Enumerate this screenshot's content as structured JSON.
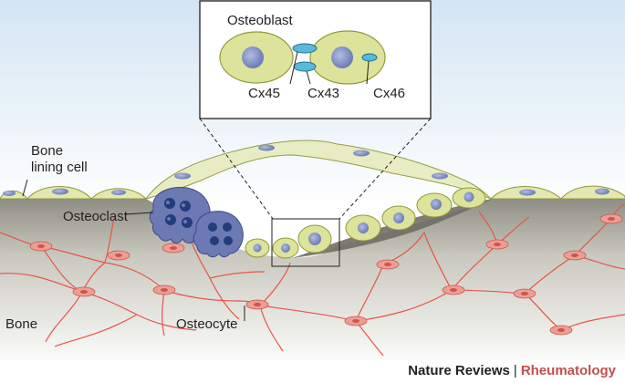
{
  "labels": {
    "osteoblast": "Osteoblast",
    "cx45": "Cx45",
    "cx43": "Cx43",
    "cx46": "Cx46",
    "bone_lining_cell_line1": "Bone",
    "bone_lining_cell_line2": "lining cell",
    "osteoclast": "Osteoclast",
    "bone": "Bone",
    "osteocyte": "Osteocyte"
  },
  "footer": {
    "journal": "Nature Reviews",
    "separator": "|",
    "section": "Rheumatology"
  },
  "colors": {
    "osteoblast_fill": "#dde39a",
    "osteoblast_stroke": "#8f9a3a",
    "nucleus": "#7f8fc4",
    "connexin": "#5ab8d8",
    "osteoclast": "#6d79b3",
    "osteoclast_nucleus": "#243c7c",
    "osteocyte": "#ef9d94",
    "canaliculi": "#e5564b",
    "bone_top": "#98978d",
    "bone_bottom": "#f7f7f4",
    "sky_top": "#dbe9f4",
    "accent_text": "#c0504d"
  }
}
